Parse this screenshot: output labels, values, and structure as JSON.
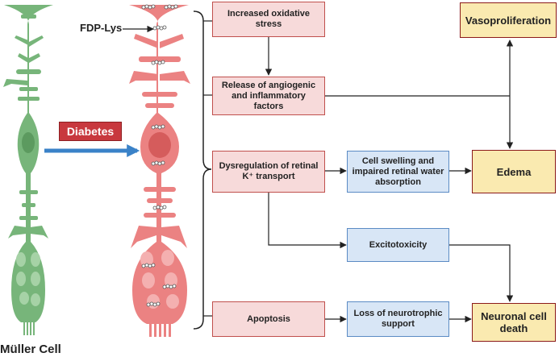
{
  "labels": {
    "fdp_lys": "FDP-Lys",
    "diabetes": "Diabetes",
    "muller_cell": "Müller Cell"
  },
  "boxes": {
    "oxidative_stress": "Increased oxidative stress",
    "angiogenic_release": "Release of angiogenic and inflammatory factors",
    "k_transport": "Dysregulation of retinal K⁺ transport",
    "apoptosis": "Apoptosis",
    "cell_swelling": "Cell swelling and impaired retinal water absorption",
    "excitotoxicity": "Excitotoxicity",
    "neurotrophic_loss": "Loss of neurotrophic support",
    "vasoproliferation": "Vasoproliferation",
    "edema": "Edema",
    "neuronal_death": "Neuronal cell death"
  },
  "colors": {
    "healthy_cell": "#77b57a",
    "diabetic_cell": "#eb8282",
    "arrow_blue": "#3a82c8",
    "pink_border": "#c0504d",
    "blue_border": "#5b8bc4",
    "yellow_border": "#8b1a1a"
  }
}
